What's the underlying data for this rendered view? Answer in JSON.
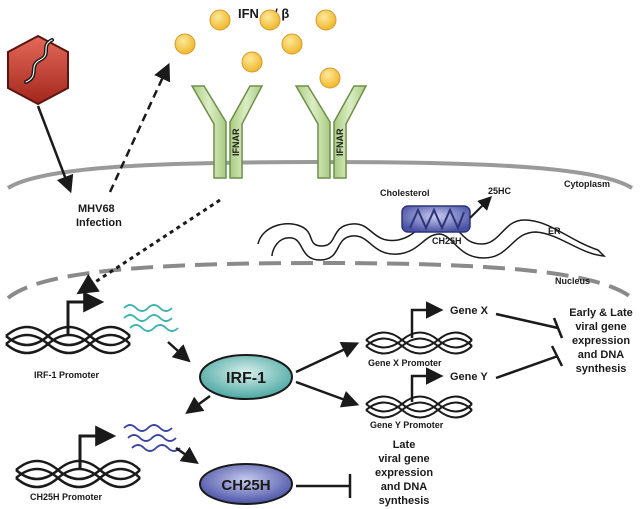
{
  "ifn_label": "IFN α / β",
  "virus_label_line1": "MHV68",
  "virus_label_line2": "Infection",
  "receptor_label": "IFNAR",
  "cytoplasm_label": "Cytoplasm",
  "nucleus_label": "Nucleus",
  "er_label": "ER",
  "cholesterol_label": "Cholesterol",
  "product_label": "25HC",
  "enzyme_label": "CH25H",
  "irf1_promoter_label": "IRF-1 Promoter",
  "ch25h_promoter_label": "CH25H Promoter",
  "genex_promoter_label": "Gene X Promoter",
  "geney_promoter_label": "Gene Y Promoter",
  "irf1_node_label": "IRF-1",
  "ch25h_node_label": "CH25H",
  "genex_label": "Gene X",
  "geney_label": "Gene Y",
  "early_late_lines": [
    "Early & Late",
    "viral gene",
    "expression",
    "and DNA",
    "synthesis"
  ],
  "late_lines": [
    "Late",
    "viral gene",
    "expression",
    "and DNA",
    "synthesis"
  ],
  "colors": {
    "virus_red": "#c0392b",
    "receptor_green": "#bcd89a",
    "ifn_yellow": "#f7cd4a",
    "irf1_teal": "#5bb5b0",
    "ch25h_blue": "#5a63b0",
    "membrane_gray": "#9a9a9a"
  }
}
